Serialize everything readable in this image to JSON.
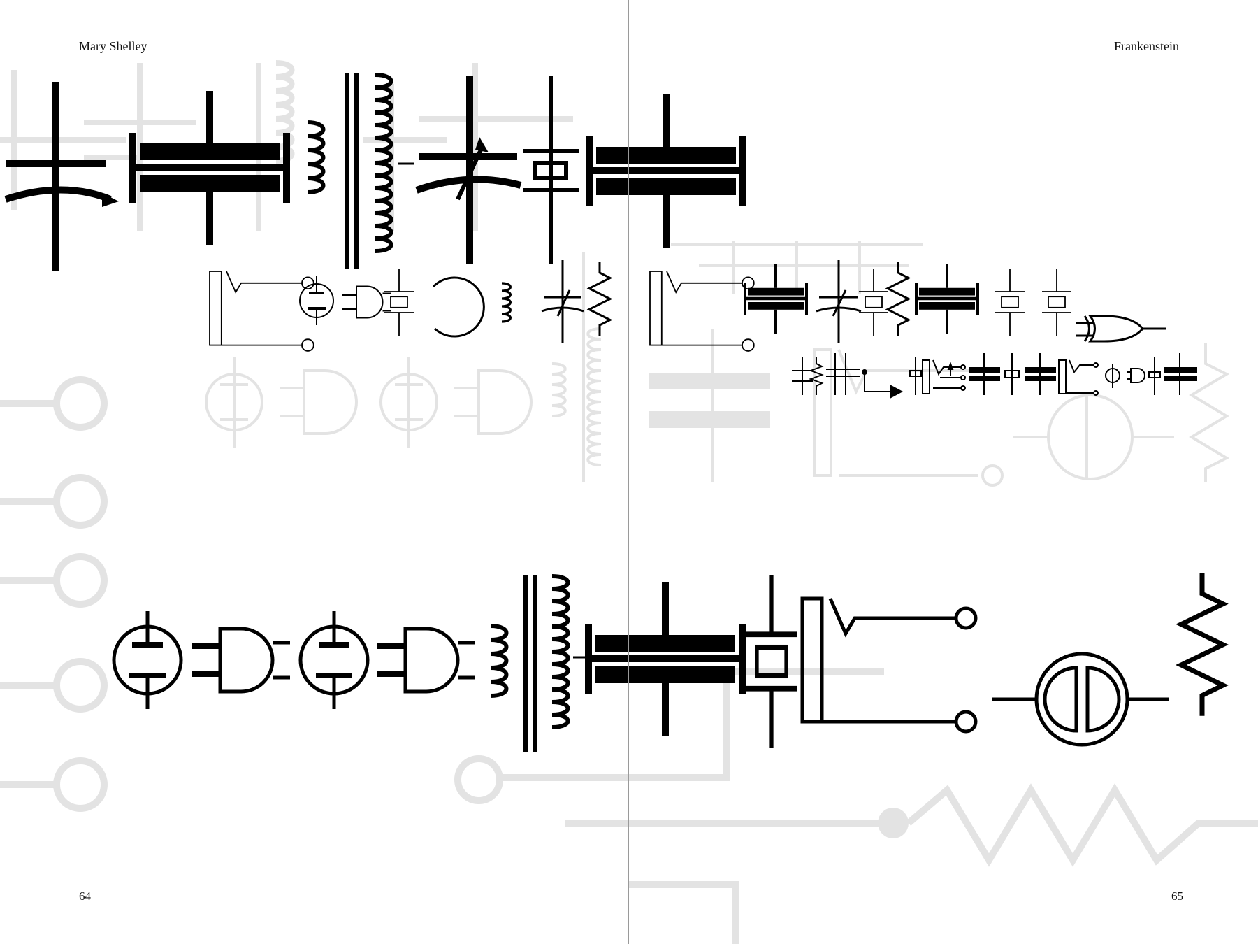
{
  "spread": {
    "left_page": {
      "running_head": "Mary Shelley",
      "page_number": "64"
    },
    "right_page": {
      "running_head": "Frankenstein",
      "page_number": "65"
    }
  },
  "colors": {
    "ink": "#000000",
    "ghost": "#e3e3e3",
    "paper": "#ffffff",
    "gutter": "#9a9a9a"
  },
  "illustration": {
    "symbols": [
      "capacitor-symbol",
      "variable-capacitor-symbol",
      "inductor-symbol",
      "transformer-symbol",
      "crystal-symbol",
      "jack-symbol",
      "vacuum-tube-symbol",
      "and-gate-symbol",
      "xor-gate-symbol",
      "resistor-symbol",
      "lamp-symbol"
    ]
  }
}
